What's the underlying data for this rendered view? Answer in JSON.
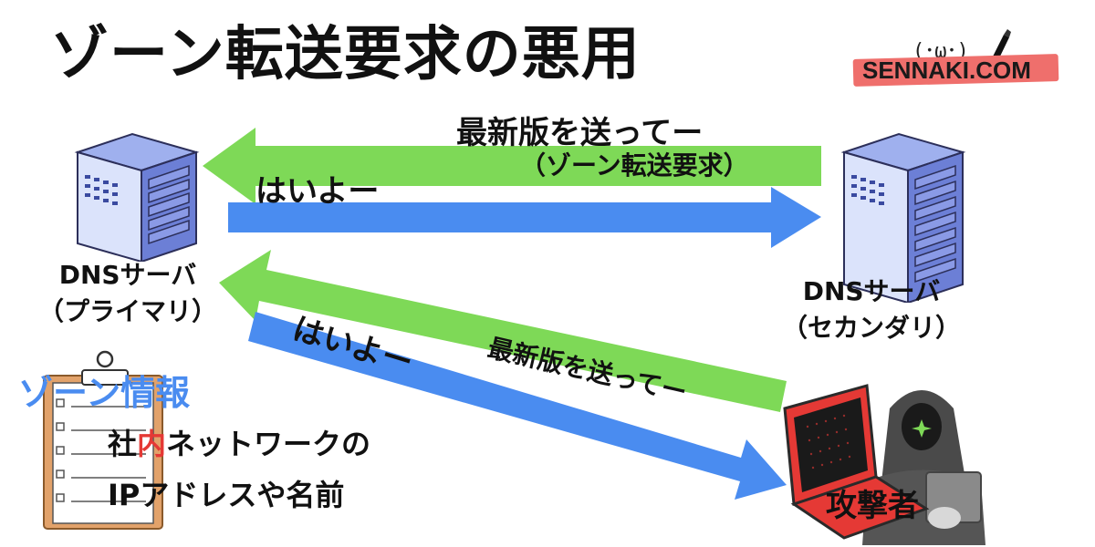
{
  "title": "ゾーン転送要求の悪用",
  "brand": {
    "face": "(･ω･)",
    "site": "SENNAKI.COM"
  },
  "primary_server": {
    "name": "DNSサーバ",
    "role": "（プライマリ）"
  },
  "secondary_server": {
    "name": "DNSサーバ",
    "role": "（セカンダリ）"
  },
  "top_arrows": {
    "request_label": "最新版を送ってー",
    "request_sub": "（ゾーン転送要求）",
    "response_label": "はいよー"
  },
  "attack_arrows": {
    "request_label": "最新版を送ってー",
    "response_label": "はいよー"
  },
  "zone_info": {
    "title": "ゾーン情報",
    "line1_pre": "社",
    "line1_highlight": "内",
    "line1_post": "ネットワークの",
    "line2": "IPアドレスや名前"
  },
  "attacker": {
    "label": "攻撃者"
  },
  "colors": {
    "green": "#7ed957",
    "blue": "#4a8cf0",
    "server": "#6c7fd6",
    "accent": "#e53935"
  }
}
